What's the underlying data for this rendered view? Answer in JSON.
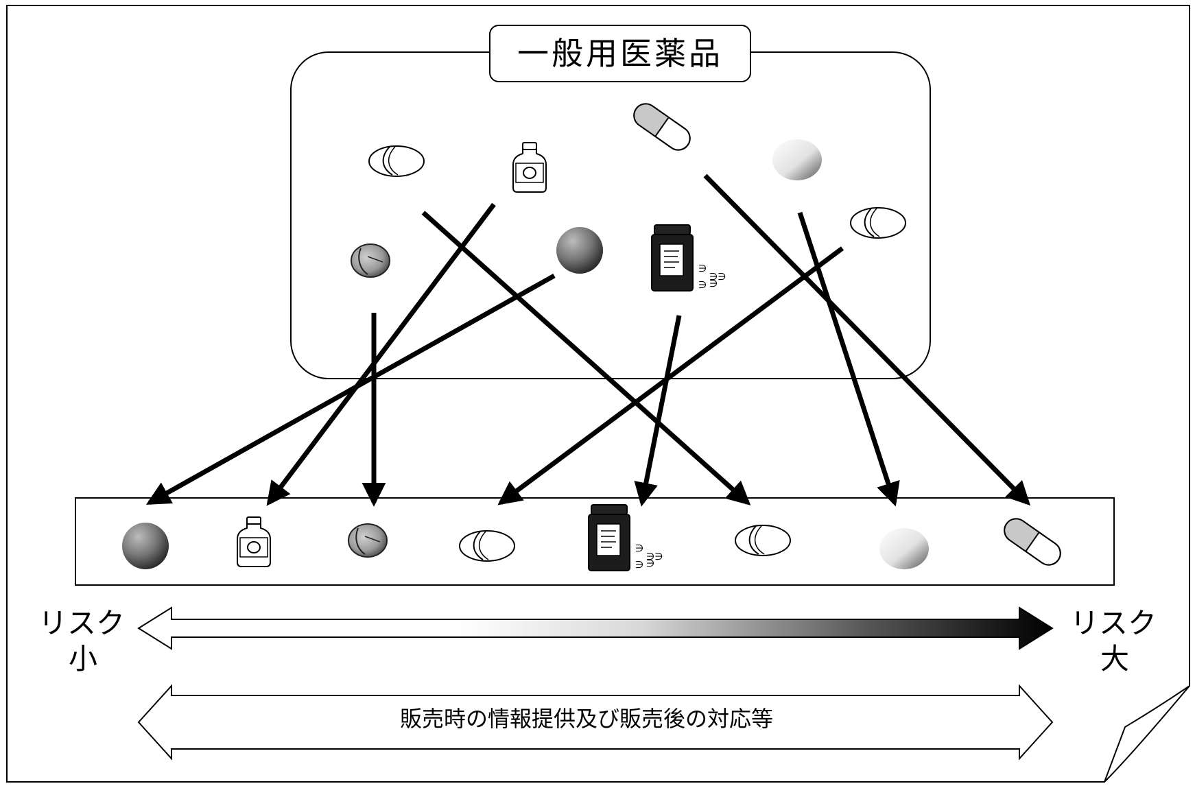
{
  "title": "一般用医薬品",
  "risk_low": {
    "line1": "リスク",
    "line2": "小"
  },
  "risk_high": {
    "line1": "リスク",
    "line2": "大"
  },
  "support_label": "販売時の情報提供及び販売後の対応等",
  "colors": {
    "stroke": "#000000",
    "background": "#ffffff"
  },
  "pool_items": [
    {
      "icon": "oval-tablet-icon"
    },
    {
      "icon": "medicine-bottle-icon"
    },
    {
      "icon": "capsule-icon"
    },
    {
      "icon": "speckled-round-tablet-icon"
    },
    {
      "icon": "scored-tablet-icon"
    },
    {
      "icon": "dark-round-tablet-icon"
    },
    {
      "icon": "pill-jar-icon"
    },
    {
      "icon": "oval-tablet-icon"
    }
  ],
  "ranked_items": [
    {
      "icon": "dark-round-tablet-icon"
    },
    {
      "icon": "medicine-bottle-icon"
    },
    {
      "icon": "scored-tablet-icon"
    },
    {
      "icon": "oval-tablet-icon"
    },
    {
      "icon": "pill-jar-icon"
    },
    {
      "icon": "oval-tablet-icon"
    },
    {
      "icon": "speckled-round-tablet-icon"
    },
    {
      "icon": "capsule-icon"
    }
  ]
}
